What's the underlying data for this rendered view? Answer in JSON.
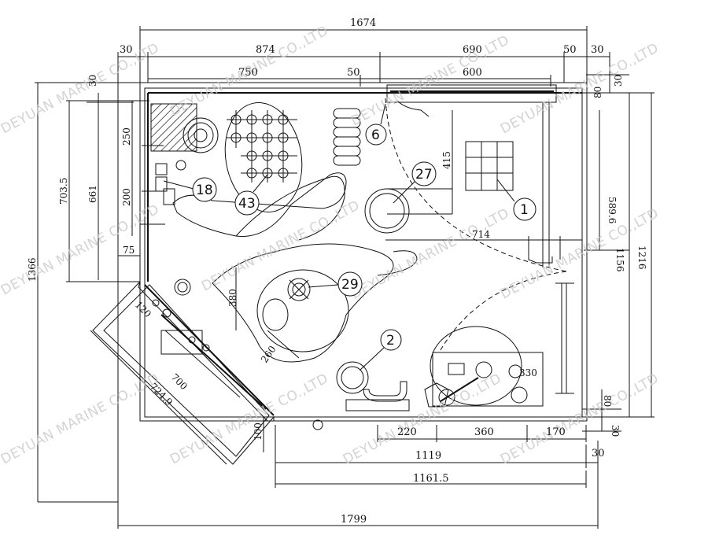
{
  "watermark": "DEYUAN MARINE CO.,LTD",
  "dimensions": {
    "overall_width_top": "1674",
    "left_section": "874",
    "right_section": "690",
    "top_30_left": "30",
    "top_50_right": "50",
    "top_30_right": "30",
    "inner_750": "750",
    "inner_50": "50",
    "inner_600": "600",
    "left_30": "30",
    "right_30": "30",
    "right_80_top": "80",
    "d_250": "250",
    "d_200": "200",
    "d_661": "661",
    "d_703_5": "703.5",
    "d_1366": "1366",
    "d_75": "75",
    "d_415": "415",
    "d_589_6": "589.6",
    "d_1216": "1216",
    "d_1156": "1156",
    "d_714": "714",
    "d_120": "120",
    "d_380": "380",
    "d_260": "260",
    "d_700": "700",
    "d_724_9": "724.9",
    "d_100": "100",
    "d_330": "330",
    "d_80_bottom": "80",
    "d_30_bottom_right": "30",
    "d_220": "220",
    "d_360": "360",
    "d_170": "170",
    "d_30_bottom": "30",
    "d_1119": "1119",
    "d_1161_5": "1161.5",
    "d_1799": "1799"
  },
  "callouts": [
    "1",
    "2",
    "6",
    "18",
    "27",
    "29",
    "43"
  ]
}
